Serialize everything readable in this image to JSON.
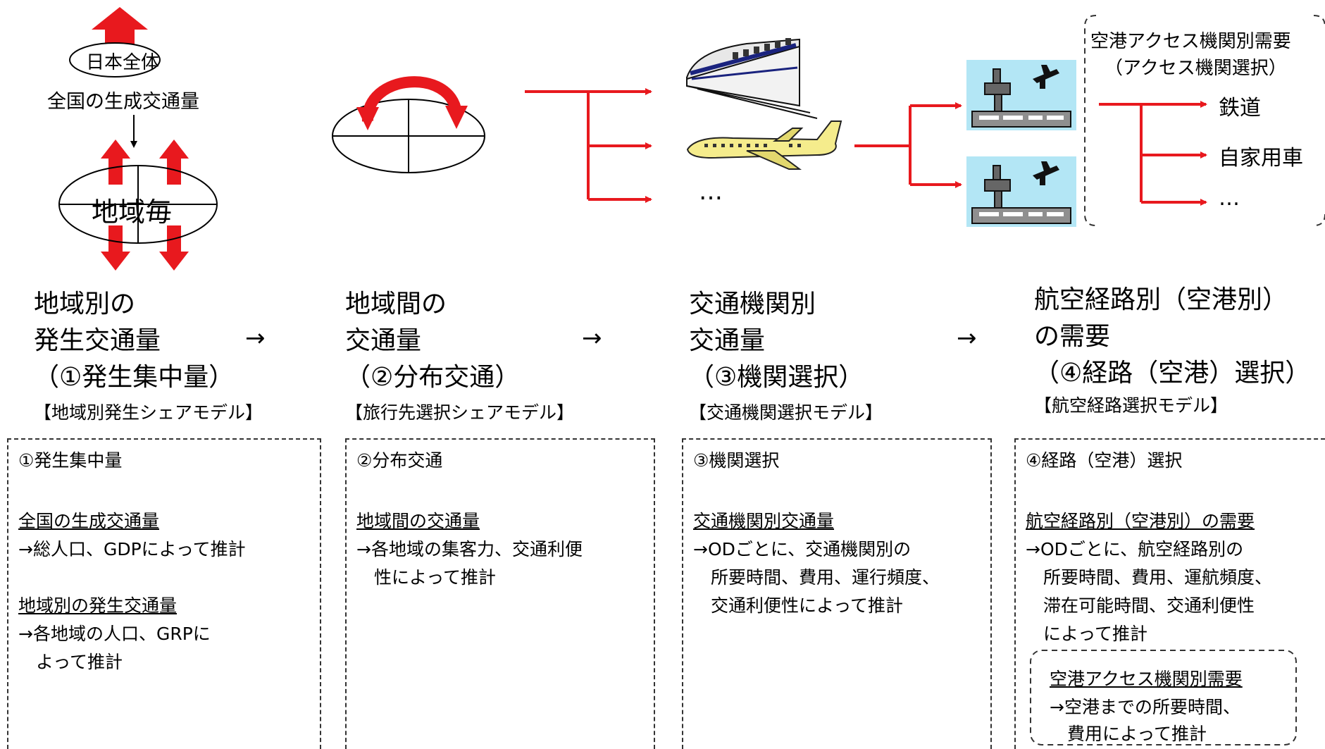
{
  "top": {
    "nation_label": "日本全体",
    "national_generated": "全国の生成交通量",
    "region_label": "地域毎",
    "ellipsis_mode": "…",
    "access_title_1": "空港アクセス機関別需要",
    "access_title_2": "（アクセス機関選択）",
    "access_modes": [
      "鉄道",
      "自家用車",
      "…"
    ]
  },
  "flow_arrows": [
    "→",
    "→",
    "→"
  ],
  "stages": [
    {
      "title_lines": [
        "地域別の",
        "発生交通量",
        "（①発生集中量）"
      ],
      "model": "【地域別発生シェアモデル】"
    },
    {
      "title_lines": [
        "地域間の",
        "交通量",
        "（②分布交通）"
      ],
      "model": "【旅行先選択シェアモデル】"
    },
    {
      "title_lines": [
        "交通機関別",
        "交通量",
        "（③機関選択）"
      ],
      "model": "【交通機関選択モデル】"
    },
    {
      "title_lines": [
        "航空経路別（空港別）",
        "の需要",
        "（④経路（空港）選択）"
      ],
      "model": "【航空経路選択モデル】"
    }
  ],
  "boxes": [
    {
      "heading": "①発生集中量",
      "sections": [
        {
          "title": "全国の生成交通量",
          "lines": [
            "→総人口、GDPによって推計"
          ]
        },
        {
          "title": "地域別の発生交通量",
          "lines": [
            "→各地域の人口、GRPに",
            "　よって推計"
          ]
        }
      ]
    },
    {
      "heading": "②分布交通",
      "sections": [
        {
          "title": "地域間の交通量",
          "lines": [
            "→各地域の集客力、交通利便",
            "　性によって推計"
          ]
        }
      ]
    },
    {
      "heading": "③機関選択",
      "sections": [
        {
          "title": "交通機関別交通量",
          "lines": [
            "→ODごとに、交通機関別の",
            "　所要時間、費用、運行頻度、",
            "　交通利便性によって推計"
          ]
        }
      ]
    },
    {
      "heading": "④経路（空港）選択",
      "sections": [
        {
          "title": "航空経路別（空港別）の需要",
          "lines": [
            "→ODごとに、航空経路別の",
            "　所要時間、費用、運航頻度、",
            "　滞在可能時間、交通利便性",
            "　によって推計"
          ]
        }
      ],
      "inner": {
        "title": "空港アクセス機関別需要",
        "lines": [
          "→空港までの所要時間、",
          "　費用によって推計"
        ]
      }
    }
  ],
  "colors": {
    "arrow_red": "#e8191e",
    "airport_sky": "#b3e6f5",
    "terminal_gray": "#8f8f8f"
  },
  "icons": [
    "train-icon",
    "airplane-icon",
    "airport-icon"
  ]
}
